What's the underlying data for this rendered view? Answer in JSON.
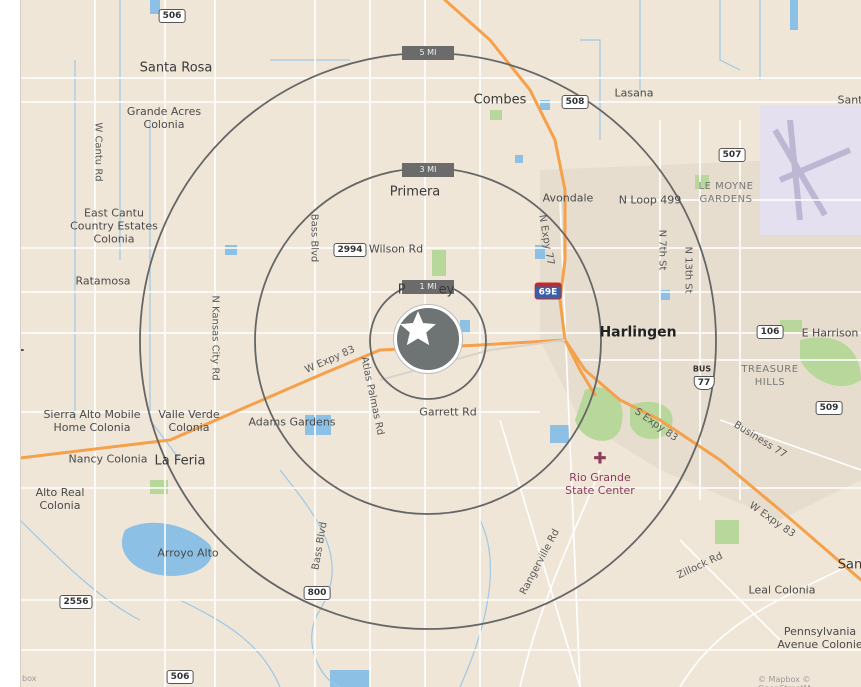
{
  "map": {
    "rings": [
      {
        "label": "5 MI"
      },
      {
        "label": "3 MI"
      },
      {
        "label": "1 MI"
      }
    ],
    "place_labels": {
      "santa_rosa": "Santa Rosa",
      "grande_acres": "Grande Acres\nColonia",
      "combes": "Combes",
      "lasana": "Lasana",
      "santa_right": "Sant",
      "w_cantu_rd": "W Cantu Rd",
      "primera": "Primera",
      "avondale": "Avondale",
      "n_loop_499": "N Loop 499",
      "le_moyne": "LE MOYNE\nGARDENS",
      "east_cantu": "East Cantu\nCountry Estates\nColonia",
      "bass_blvd_n": "Bass Blvd",
      "wilson_rd": "Wilson Rd",
      "n_expy_77": "N Expy 77",
      "n_7th_st": "N 7th St",
      "n_13th_st": "N 13th St",
      "ratamosa": "Ratamosa",
      "palm_valley": "P        ey",
      "harlingen": "Harlingen",
      "e_harrison": "E Harrison",
      "n_kansas_city": "N Kansas City Rd",
      "w_expy_83": "W Expy 83",
      "atlas_palmas": "Atlas Palmas Rd",
      "treasure_hills": "TREASURE\nHILLS",
      "sierra_alto": "Sierra Alto Mobile\nHome Colonia",
      "valle_verde": "Valle Verde\nColonia",
      "adams_gardens": "Adams Gardens",
      "garrett_rd": "Garrett Rd",
      "s_expy_83": "S Expy 83",
      "business_77": "Business 77",
      "nancy_colonia": "Nancy Colonia",
      "la_feria": "La Feria",
      "rio_grande": "Rio Grande\nState Center",
      "alto_real": "Alto Real\nColonia",
      "w_expy_83_se": "W Expy 83",
      "bass_blvd_s": "Bass Blvd",
      "rangerville": "Rangerville Rd",
      "arroyo_alto": "Arroyo Alto",
      "zillock_rd": "Zillock Rd",
      "san_right": "San",
      "leal_colonia": "Leal Colonia",
      "pennsylvania": "Pennsylvania\nAvenue Colonie"
    },
    "shields": {
      "s506_top": "506",
      "s508": "508",
      "s507": "507",
      "s2994": "2994",
      "s69e": "69E",
      "s106": "106",
      "s77_bus_label": "BUS",
      "s77_bus": "77",
      "s509": "509",
      "s2556": "2556",
      "s800": "800",
      "s506_bottom": "506"
    },
    "credits": {
      "left": "box",
      "right": "© Mapbox © OpenStreetM"
    },
    "marker_icon": "star-icon",
    "colors": {
      "land": "#efe6d8",
      "highway": "#f5a04a",
      "water": "#8cc0e4",
      "park": "#b8d79a",
      "ring": "#666666",
      "marker": "#6e7474"
    }
  }
}
